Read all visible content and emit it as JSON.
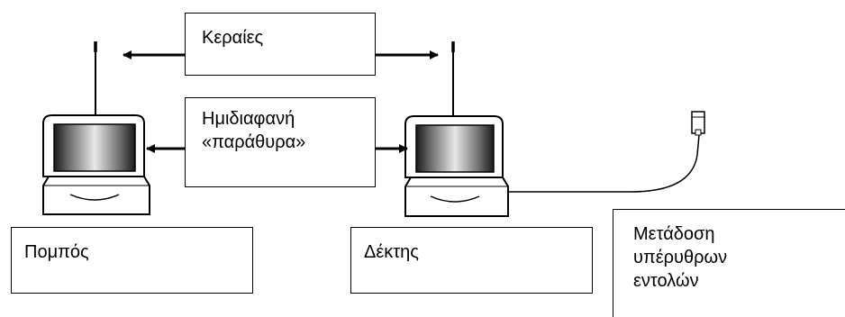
{
  "labels": {
    "antennas": "Κεραίες",
    "windows_line1": "Ημιδιαφανή",
    "windows_line2": "«παράθυρα»",
    "transmitter": "Πομπός",
    "receiver": "Δέκτης",
    "remote_line1": "Μετάδοση",
    "remote_line2": "υπέρυθρων",
    "remote_line3": "εντολών"
  },
  "colors": {
    "line": "#000000",
    "screen_dark": "#1a1a1a",
    "screen_light": "#e8e8e8",
    "device_fill": "#ffffff"
  }
}
